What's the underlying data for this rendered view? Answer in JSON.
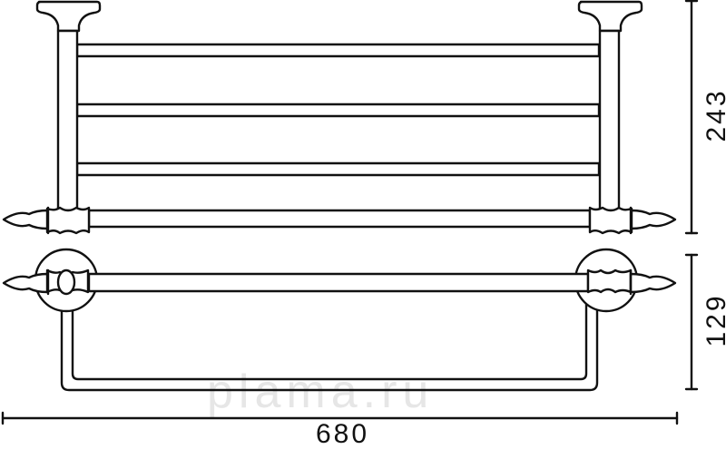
{
  "drawing": {
    "dimensions": {
      "width": "680",
      "height_top": "243",
      "depth": "129"
    },
    "watermark": "plama.ru",
    "line_color": "#111111"
  }
}
